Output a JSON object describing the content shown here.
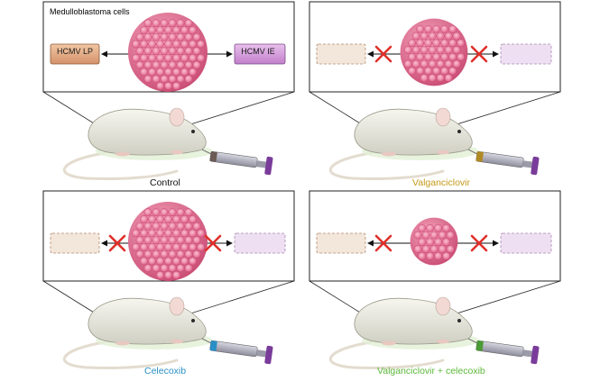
{
  "title": "Medulloblastoma cells",
  "box_left_label": "HCMV LP",
  "box_right_label": "HCMV IE",
  "panels": [
    {
      "treatment": "Control",
      "color": "#111111",
      "blocked": false,
      "syringe_band": "#6b5a55",
      "cluster_scale": 1.0
    },
    {
      "treatment": "Valganciclovir",
      "color": "#c49a1a",
      "blocked": true,
      "syringe_band": "#b08a25",
      "cluster_scale": 0.85
    },
    {
      "treatment": "Celecoxib",
      "color": "#2a8fc7",
      "blocked": true,
      "syringe_band": "#2a8fc7",
      "cluster_scale": 1.0
    },
    {
      "treatment": "Valganciclovir + celecoxib",
      "color": "#5cb83a",
      "blocked": true,
      "syringe_band": "#4a9a35",
      "cluster_scale": 0.6
    }
  ],
  "colors": {
    "cell_fill": "#f08aa8",
    "cell_edge": "#c94a72",
    "lp_box": "#e9b38c",
    "ie_box": "#d9a3de",
    "lp_faded": "#f3e6da",
    "ie_faded": "#eee0f2",
    "cross": "#e0302a",
    "mouse": "#eeeee4",
    "syringe_plunger": "#7a3c9a"
  }
}
